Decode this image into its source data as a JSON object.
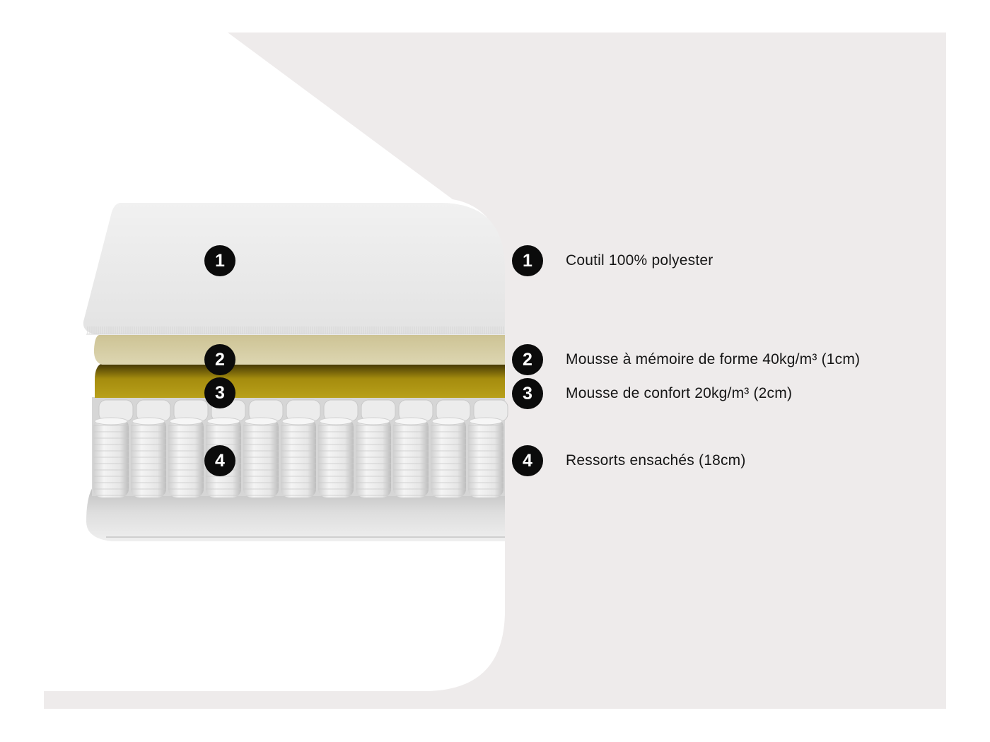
{
  "layers": [
    {
      "number": "1",
      "label": "Coutil 100% polyester",
      "color": "#e9e9e9"
    },
    {
      "number": "2",
      "label": "Mousse à mémoire de forme 40kg/m³ (1cm)",
      "color": "#d2c89a"
    },
    {
      "number": "3",
      "label": "Mousse de confort 20kg/m³ (2cm)",
      "color": "#b39a12"
    },
    {
      "number": "4",
      "label": "Ressorts ensachés (18cm)",
      "color": "#e4e4e4"
    }
  ],
  "colors": {
    "background_panel": "#eeebeb",
    "marker": "#0b0b0b",
    "marker_text": "#ffffff",
    "label_text": "#161616"
  }
}
